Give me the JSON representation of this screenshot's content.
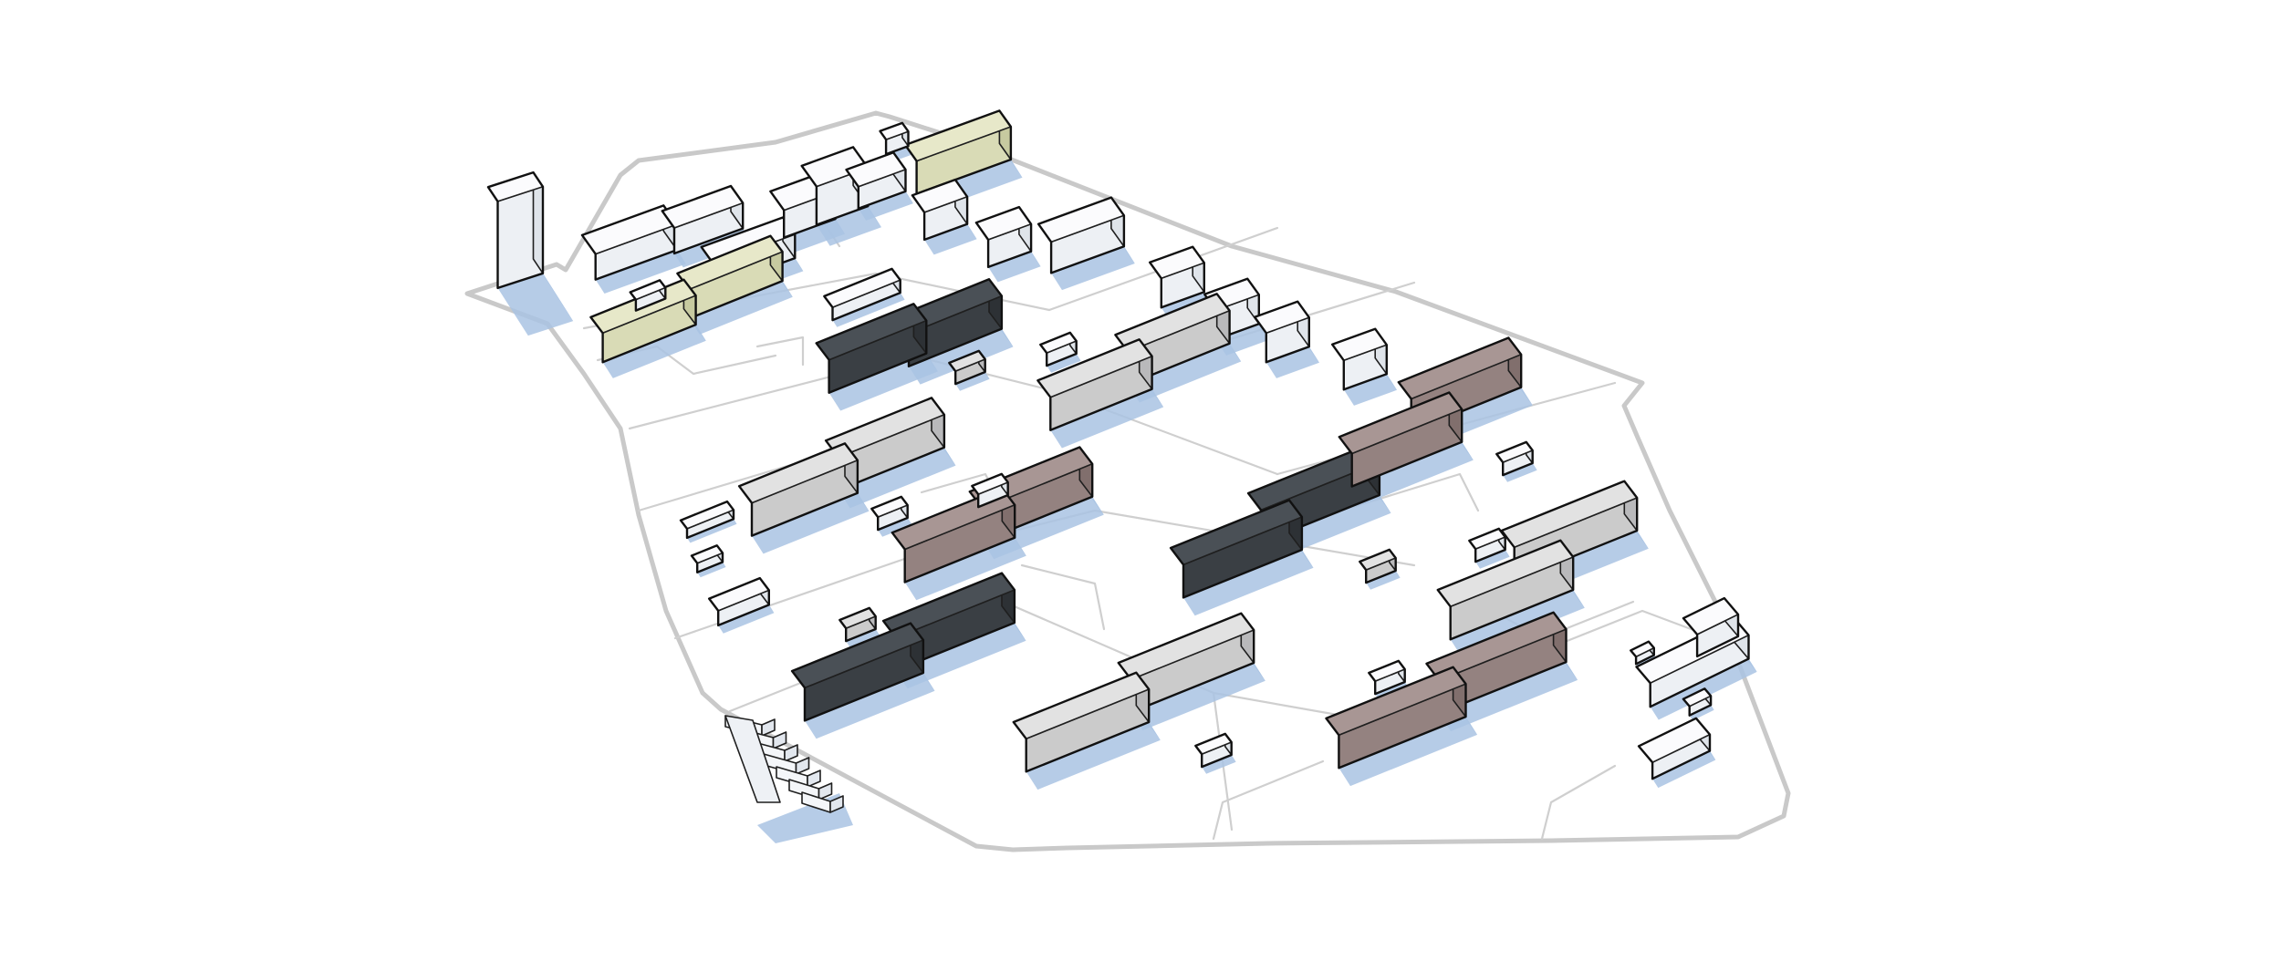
{
  "diagram": {
    "kind": "axonometric site massing diagram",
    "palette": {
      "background": "#ffffff",
      "ground_outline": "#c9c9c9",
      "road_lines": "#cfcfcf",
      "shadow": "#a9c3e3",
      "outline": "#1f1f1f"
    },
    "massing_types": [
      {
        "id": "light-gray",
        "label": "",
        "top": "#e2e2e2",
        "left": "#cbcbcb",
        "right": "#b9b9bb"
      },
      {
        "id": "dark-slate",
        "label": "",
        "top": "#4a5056",
        "left": "#3a3f44",
        "right": "#2d3135"
      },
      {
        "id": "mauve",
        "label": "",
        "top": "#a89694",
        "left": "#948280",
        "right": "#816f6d"
      },
      {
        "id": "cream",
        "label": "",
        "top": "#e7e8c9",
        "left": "#d9dbb6",
        "right": "#c7caa0"
      },
      {
        "id": "white",
        "label": "",
        "top": "#fbfbfd",
        "left": "#edf0f4",
        "right": "#dfe4ea"
      }
    ]
  }
}
